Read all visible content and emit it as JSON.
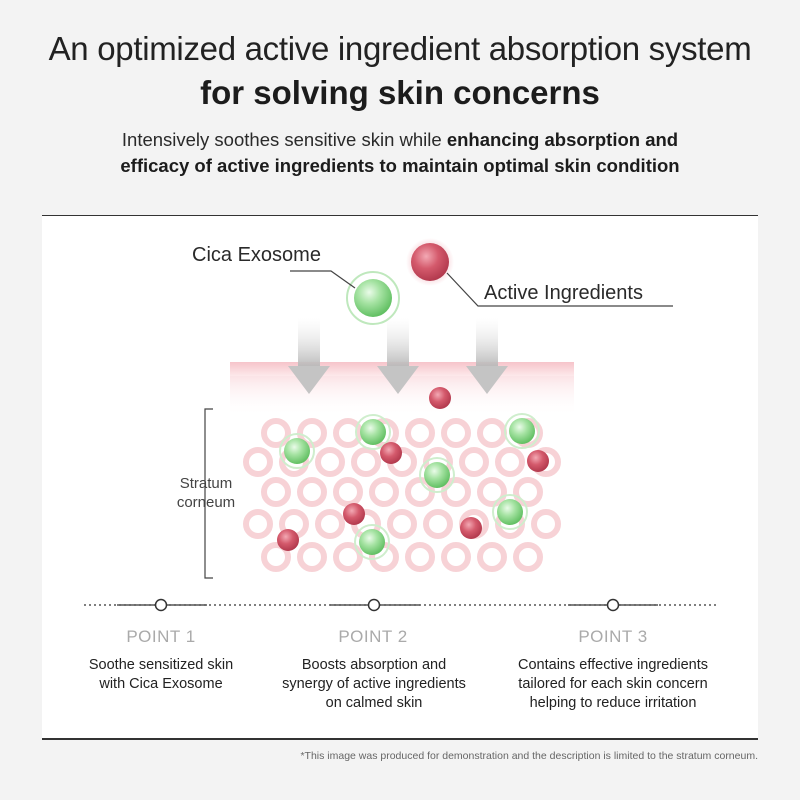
{
  "header": {
    "title_line1": "An optimized active ingredient absorption system",
    "title_line2": "for solving skin concerns",
    "subtitle_prefix": "Intensively soothes sensitive skin while ",
    "subtitle_bold_1": "enhancing absorption and",
    "subtitle_bold_2": "efficacy of active ingredients to maintain optimal skin condition"
  },
  "diagram": {
    "label_exosome": "Cica Exosome",
    "label_active": "Active Ingredients",
    "layer_label_1": "Stratum",
    "layer_label_2": "corneum"
  },
  "points": [
    {
      "title": "POINT 1",
      "desc_1": "Soothe sensitized skin",
      "desc_2": "with Cica Exosome",
      "desc_3": ""
    },
    {
      "title": "POINT 2",
      "desc_1": "Boosts absorption and",
      "desc_2": "synergy of active ingredients",
      "desc_3": "on calmed skin"
    },
    {
      "title": "POINT 3",
      "desc_1": "Contains effective ingredients",
      "desc_2": "tailored for each skin concern",
      "desc_3": "helping to reduce irritation"
    }
  ],
  "footnote": "*This image was produced for demonstration and the description is limited to the stratum corneum."
}
